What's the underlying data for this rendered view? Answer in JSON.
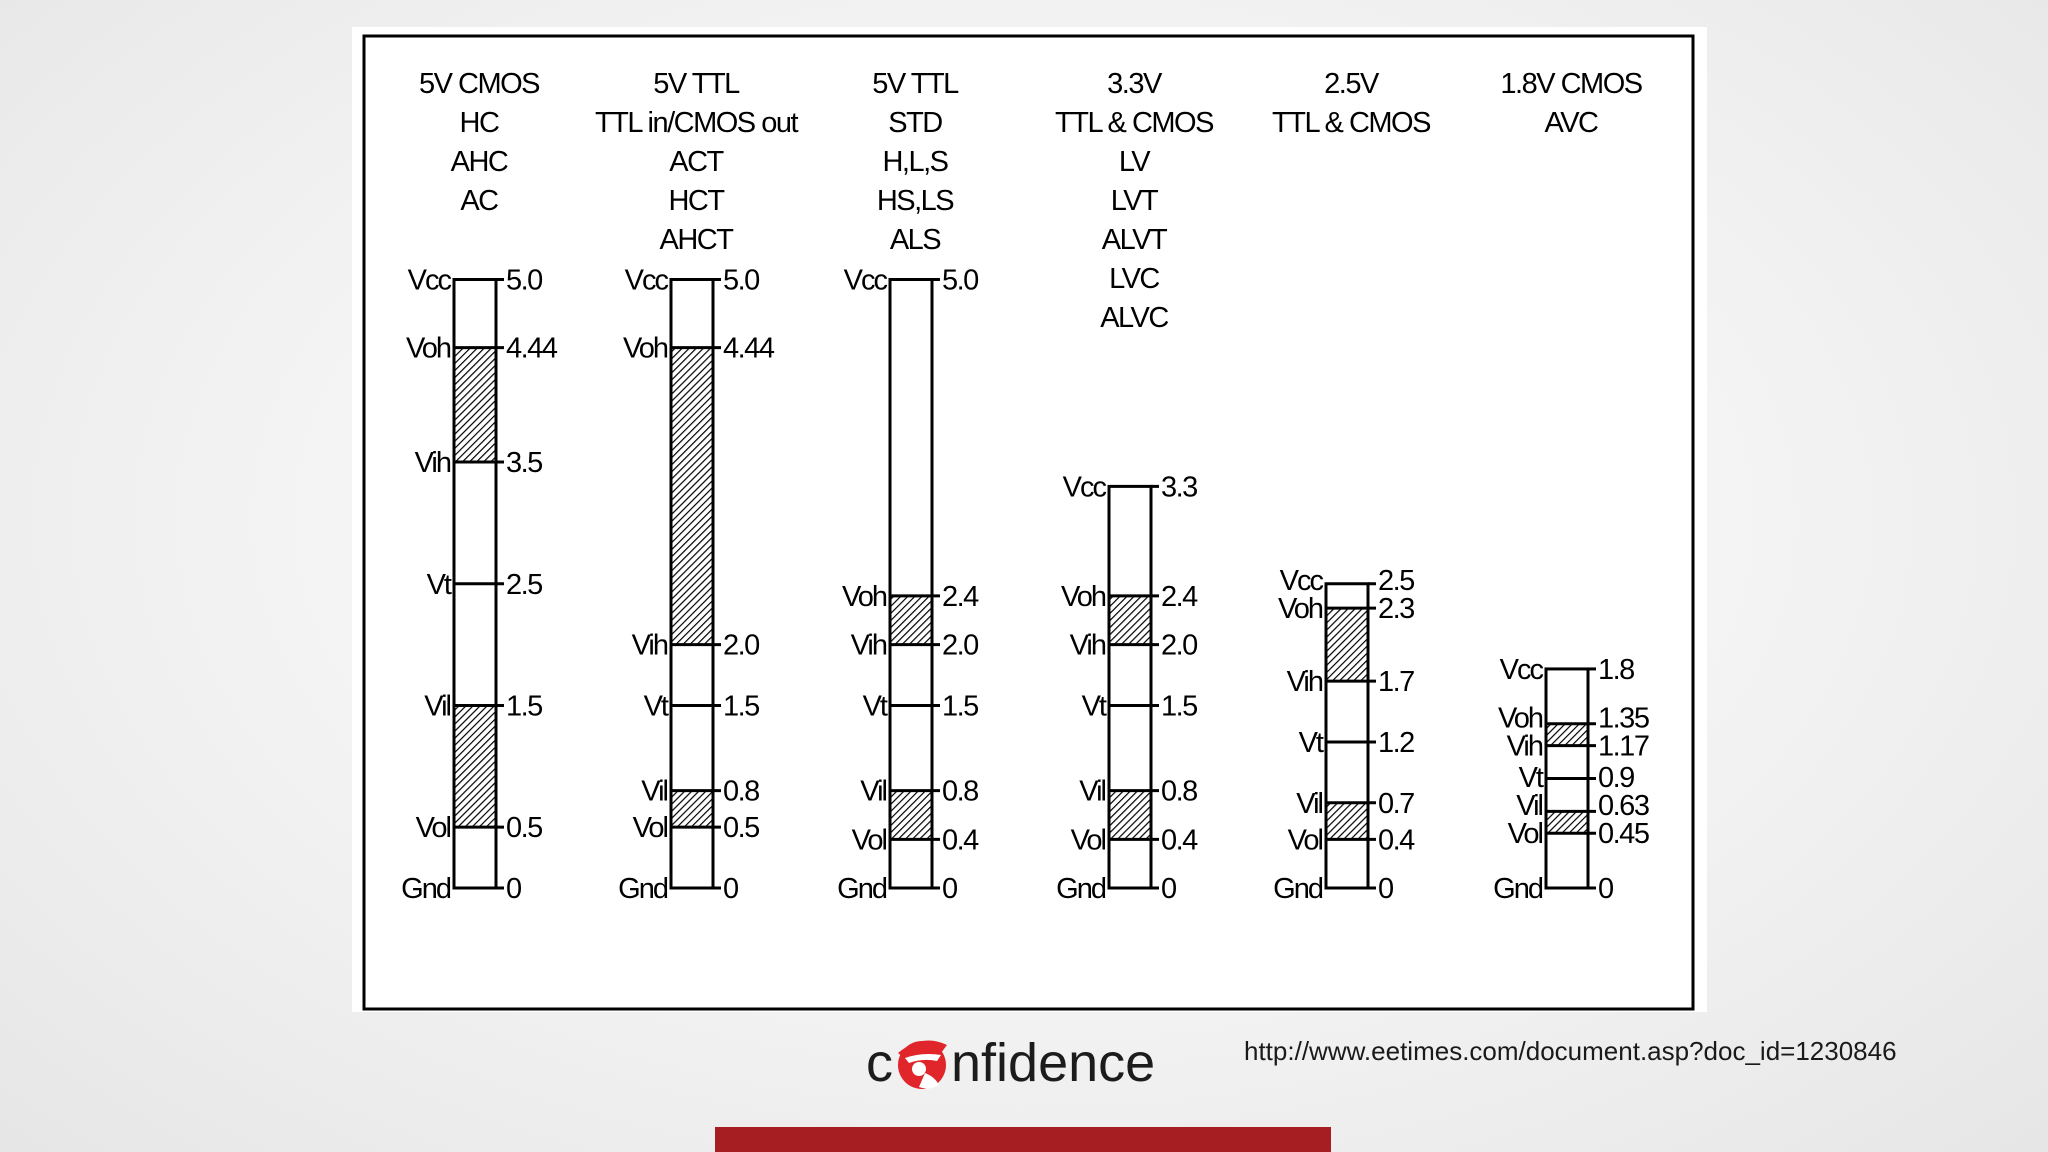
{
  "diagram": {
    "columns": [
      {
        "header": [
          "5V CMOS",
          "HC",
          "AHC",
          "AC"
        ],
        "vmax": 5.0,
        "levels": [
          {
            "name": "Vcc",
            "value": "5.0"
          },
          {
            "name": "Voh",
            "value": "4.44"
          },
          {
            "name": "Vih",
            "value": "3.5"
          },
          {
            "name": "Vt",
            "value": "2.5"
          },
          {
            "name": "Vil",
            "value": "1.5"
          },
          {
            "name": "Vol",
            "value": "0.5"
          },
          {
            "name": "Gnd",
            "value": "0"
          }
        ],
        "hatched_bands": [
          [
            3.5,
            4.44
          ],
          [
            0.5,
            1.5
          ]
        ]
      },
      {
        "header": [
          "5V TTL",
          "TTL in/CMOS out",
          "ACT",
          "HCT",
          "AHCT"
        ],
        "vmax": 5.0,
        "levels": [
          {
            "name": "Vcc",
            "value": "5.0"
          },
          {
            "name": "Voh",
            "value": "4.44"
          },
          {
            "name": "Vih",
            "value": "2.0"
          },
          {
            "name": "Vt",
            "value": "1.5"
          },
          {
            "name": "Vil",
            "value": "0.8"
          },
          {
            "name": "Vol",
            "value": "0.5"
          },
          {
            "name": "Gnd",
            "value": "0"
          }
        ],
        "hatched_bands": [
          [
            2.0,
            4.44
          ],
          [
            0.5,
            0.8
          ]
        ]
      },
      {
        "header": [
          "5V TTL",
          "STD",
          "H,L,S",
          "HS,LS",
          "ALS"
        ],
        "vmax": 5.0,
        "levels": [
          {
            "name": "Vcc",
            "value": "5.0"
          },
          {
            "name": "Voh",
            "value": "2.4"
          },
          {
            "name": "Vih",
            "value": "2.0"
          },
          {
            "name": "Vt",
            "value": "1.5"
          },
          {
            "name": "Vil",
            "value": "0.8"
          },
          {
            "name": "Vol",
            "value": "0.4"
          },
          {
            "name": "Gnd",
            "value": "0"
          }
        ],
        "hatched_bands": [
          [
            2.0,
            2.4
          ],
          [
            0.4,
            0.8
          ]
        ]
      },
      {
        "header": [
          "3.3V",
          "TTL & CMOS",
          "LV",
          "LVT",
          "ALVT",
          "LVC",
          "ALVC"
        ],
        "vmax": 3.3,
        "levels": [
          {
            "name": "Vcc",
            "value": "3.3"
          },
          {
            "name": "Voh",
            "value": "2.4"
          },
          {
            "name": "Vih",
            "value": "2.0"
          },
          {
            "name": "Vt",
            "value": "1.5"
          },
          {
            "name": "Vil",
            "value": "0.8"
          },
          {
            "name": "Vol",
            "value": "0.4"
          },
          {
            "name": "Gnd",
            "value": "0"
          }
        ],
        "hatched_bands": [
          [
            2.0,
            2.4
          ],
          [
            0.4,
            0.8
          ]
        ]
      },
      {
        "header": [
          "2.5V",
          "TTL & CMOS"
        ],
        "vmax": 2.5,
        "levels": [
          {
            "name": "Vcc",
            "value": "2.5"
          },
          {
            "name": "Voh",
            "value": "2.3"
          },
          {
            "name": "Vih",
            "value": "1.7"
          },
          {
            "name": "Vt",
            "value": "1.2"
          },
          {
            "name": "Vil",
            "value": "0.7"
          },
          {
            "name": "Vol",
            "value": "0.4"
          },
          {
            "name": "Gnd",
            "value": "0"
          }
        ],
        "hatched_bands": [
          [
            1.7,
            2.3
          ],
          [
            0.4,
            0.7
          ]
        ]
      },
      {
        "header": [
          "1.8V CMOS",
          "AVC"
        ],
        "vmax": 1.8,
        "levels": [
          {
            "name": "Vcc",
            "value": "1.8"
          },
          {
            "name": "Voh",
            "value": "1.35"
          },
          {
            "name": "Vih",
            "value": "1.17"
          },
          {
            "name": "Vt",
            "value": "0.9"
          },
          {
            "name": "Vil",
            "value": "0.63"
          },
          {
            "name": "Vol",
            "value": "0.45"
          },
          {
            "name": "Gnd",
            "value": "0"
          }
        ],
        "hatched_bands": [
          [
            1.17,
            1.35
          ],
          [
            0.45,
            0.63
          ]
        ]
      }
    ]
  },
  "footer": {
    "logo_prefix": "c",
    "logo_suffix": "nfidence",
    "source_url": "http://www.eetimes.com/document.asp?doc_id=1230846",
    "logo_color": "#e0262b",
    "bar_color": "#a61e22"
  }
}
